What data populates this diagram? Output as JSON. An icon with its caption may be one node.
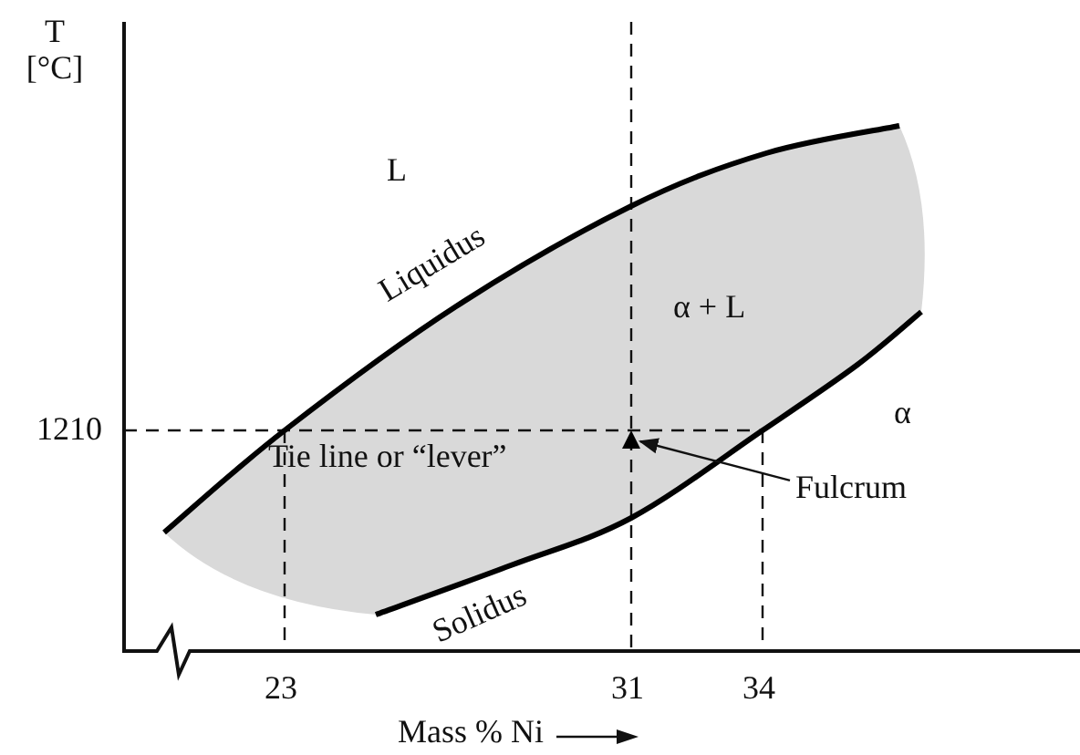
{
  "diagram": {
    "nodes": [
      {
        "text": [
          "Fulcrum"
        ]
      },
      {
        "text": [],
        "shape": "triangle"
      }
    ],
    "edges": [
      {
        "from": 0,
        "to": 1,
        "arrow": "to"
      }
    ],
    "labels": [
      "T [°C]",
      "L",
      "Liquidus",
      "α + L",
      "α",
      "1210",
      "Tie line or “lever”",
      "Solidus",
      "23",
      "31",
      "34",
      "Mass % Ni"
    ]
  }
}
